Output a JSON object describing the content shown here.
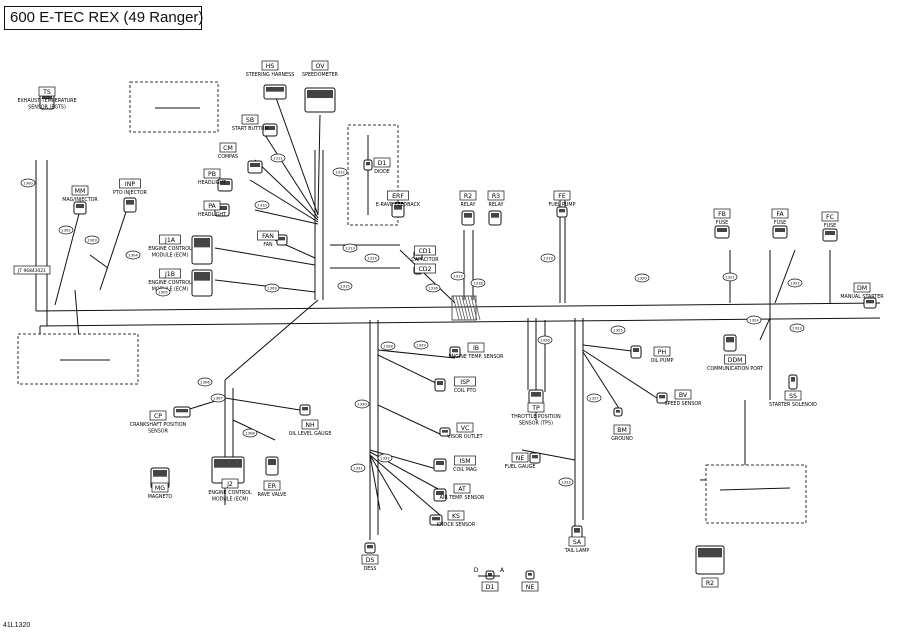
{
  "title": "600 E-TEC REX (49 Ranger)",
  "reference": "41L1320",
  "components": [
    {
      "code": "TS",
      "label": "EXHAUST TEMPERATURE SENSOR (EGTS)"
    },
    {
      "code": "HS",
      "label": "STEERING HARNESS"
    },
    {
      "code": "OV",
      "label": "SPEEDOMETER"
    },
    {
      "code": "SB",
      "label": "START BUTTON"
    },
    {
      "code": "CM",
      "label": "COMPAS"
    },
    {
      "code": "PB",
      "label": "HEADLIGHT"
    },
    {
      "code": "PA",
      "label": "HEADLIGHT"
    },
    {
      "code": "D1",
      "label": "DIODE"
    },
    {
      "code": "MM",
      "label": "MAG/INJECTOR"
    },
    {
      "code": "INP",
      "label": "PTO INJECTOR"
    },
    {
      "code": "ERF",
      "label": "E-RAVE FEEDBACK"
    },
    {
      "code": "R2",
      "label": "RELAY"
    },
    {
      "code": "R3",
      "label": "RELAY"
    },
    {
      "code": "FE",
      "label": "FUEL PUMP"
    },
    {
      "code": "FB",
      "label": "FUSE"
    },
    {
      "code": "FA",
      "label": "FUSE"
    },
    {
      "code": "FC",
      "label": "FUSE"
    },
    {
      "code": "J1A",
      "label": "ENGINE CONTROL MODULE (ECM)"
    },
    {
      "code": "FAN",
      "label": "FAN"
    },
    {
      "code": "CD1",
      "label": "CAPACITOR"
    },
    {
      "code": "CD2",
      "label": ""
    },
    {
      "code": "J1B",
      "label": "ENGINE CONTROL MODULE (ECM)"
    },
    {
      "code": "DM",
      "label": "MANUAL STARTER"
    },
    {
      "code": "PH",
      "label": "OIL PUMP"
    },
    {
      "code": "DDM",
      "label": "COMMUNICATION PORT"
    },
    {
      "code": "IB",
      "label": "ENGINE TEMP. SENSOR"
    },
    {
      "code": "ISP",
      "label": "COIL PTO"
    },
    {
      "code": "TP",
      "label": "THROTTLE POSITION SENSOR (TPS)"
    },
    {
      "code": "BV",
      "label": "SPEED SENSOR"
    },
    {
      "code": "SS",
      "label": "STARTER SOLENOID"
    },
    {
      "code": "CP",
      "label": "CRANKSHAFT POSITION SENSOR"
    },
    {
      "code": "NH",
      "label": "OIL LEVEL GAUGE"
    },
    {
      "code": "VC",
      "label": "VISOR OUTLET"
    },
    {
      "code": "BM",
      "label": "GROUND"
    },
    {
      "code": "ISM",
      "label": "COIL MAG"
    },
    {
      "code": "NE",
      "label": "FUEL GAUGE"
    },
    {
      "code": "MG",
      "label": "MAGNETO"
    },
    {
      "code": "J2",
      "label": "ENGINE CONTROL MODULE (ECM)"
    },
    {
      "code": "ER",
      "label": "RAVE VALVE"
    },
    {
      "code": "AT",
      "label": "AIR TEMP. SENSOR"
    },
    {
      "code": "KS",
      "label": "KNOCK SENSOR"
    },
    {
      "code": "DS",
      "label": "DESS"
    },
    {
      "code": "SA",
      "label": "TAIL LAMP"
    },
    {
      "code": "R2",
      "label": ""
    },
    {
      "code": "D1",
      "label": ""
    },
    {
      "code": "NE",
      "label": ""
    }
  ],
  "legend": {
    "d": "D",
    "a": "A"
  },
  "wire_tags": [
    "1300",
    "1302",
    "1303",
    "1304",
    "1305",
    "1306",
    "1307",
    "1308",
    "1309",
    "1310",
    "1311",
    "1312",
    "1313",
    "1314",
    "1315",
    "1316",
    "1317",
    "1318",
    "1319",
    "1320",
    "1321",
    "1322",
    "1323",
    "1324",
    "1325",
    "1326",
    "1327",
    "1328",
    "1329",
    "1330",
    "1331",
    "1332",
    "1333"
  ],
  "side_tag": "JT 96843021",
  "colors": {
    "line": "#111111",
    "hatch": "#555555",
    "inset_border": "#333333"
  }
}
